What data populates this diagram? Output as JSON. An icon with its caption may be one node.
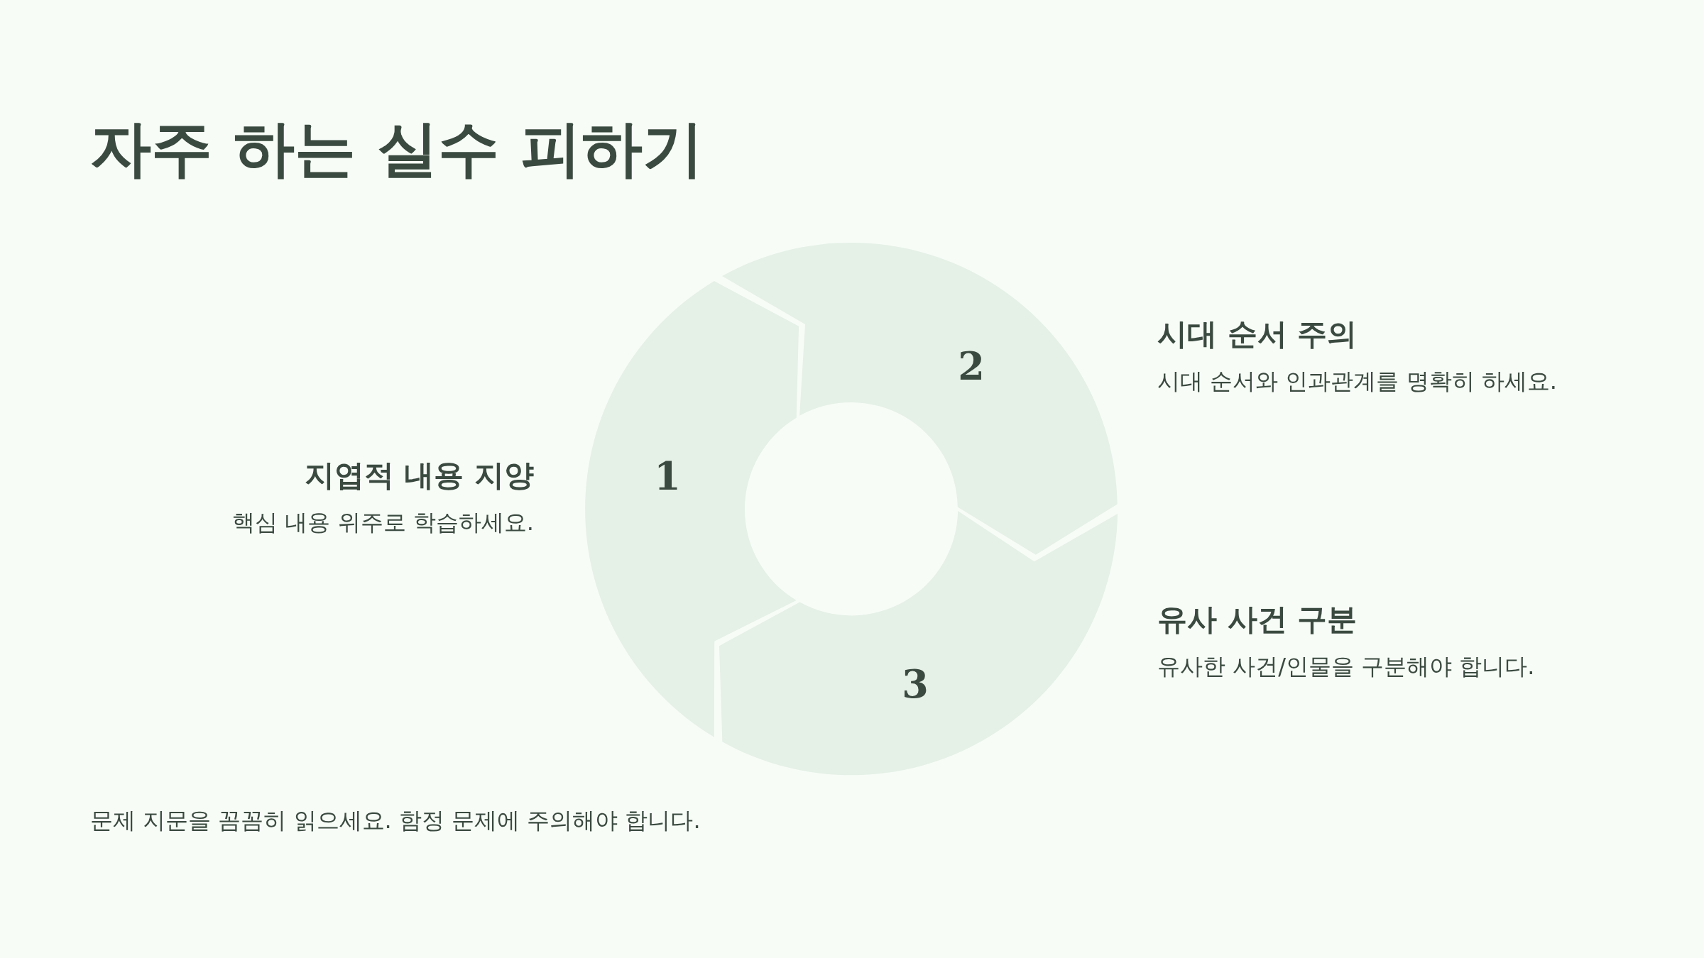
{
  "diagram": {
    "title": "자주 하는 실수 피하기",
    "nodes": [
      {
        "text": [
          "1"
        ],
        "beside": [
          "지엽적 내용 지양",
          "핵심 내용 위주로 학습하세요."
        ]
      },
      {
        "text": [
          "2"
        ],
        "beside": [
          "시대 순서 주의",
          "시대 순서와 인과관계를 명확히 하세요."
        ]
      },
      {
        "text": [
          "3"
        ],
        "beside": [
          "유사 사건 구분",
          "유사한 사건/인물을 구분해야 합니다."
        ]
      }
    ],
    "labels": [
      "문제 지문을 꼼꼼히 읽으세요. 함정 문제에 주의해야 합니다."
    ]
  }
}
